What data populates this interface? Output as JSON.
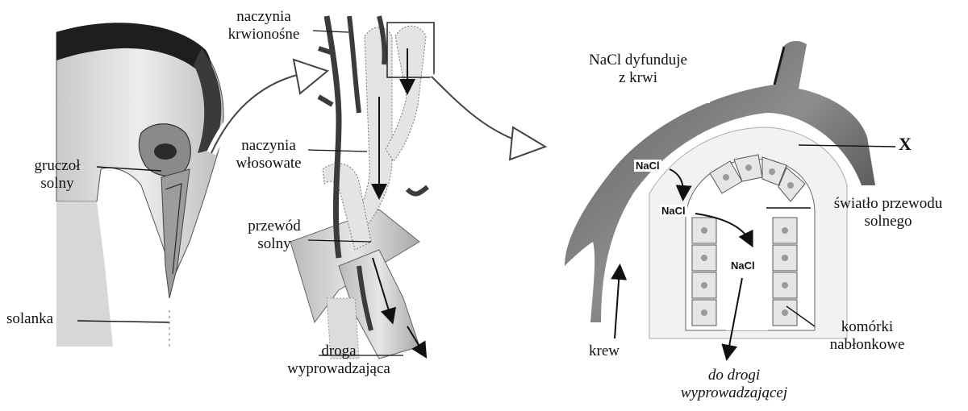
{
  "labels": {
    "blood_vessels": "naczynia\nkrwionośne",
    "salt_gland": "gruczoł\nsolny",
    "capillaries": "naczynia\nwłosowate",
    "salt_duct": "przewód\nsolny",
    "brine": "solanka",
    "outflow_path": "droga\nwyprowadzająca",
    "diffusion_note": "NaCl dyfunduje\nz krwi",
    "x_mark": "X",
    "duct_lumen": "światło przewodu\nsolnego",
    "blood": "krew",
    "epithelial_cells": "komórki\nnabłonkowe",
    "to_outflow": "do drogi\nwyprowadzającej"
  },
  "ions": {
    "nacl_1": "NaCl",
    "nacl_2": "NaCl",
    "nacl_3": "NaCl"
  }
}
